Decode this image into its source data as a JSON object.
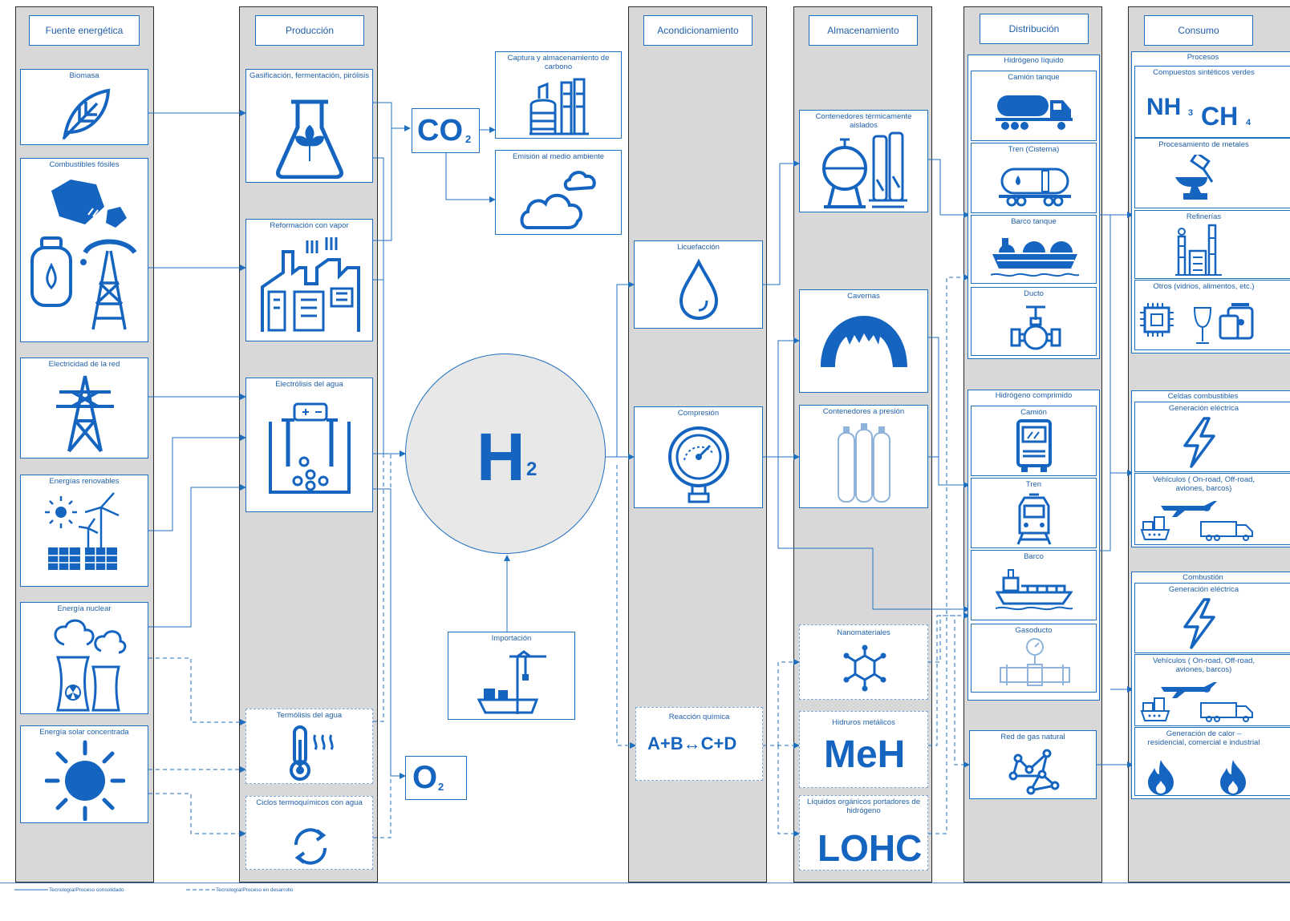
{
  "columns": {
    "source": "Fuente energética",
    "production": "Producción",
    "conditioning": "Acondicionamiento",
    "storage": "Almacenamiento",
    "distribution": "Distribución",
    "consumption": "Consumo"
  },
  "sources": {
    "biomass": "Biomasa",
    "fossil": "Combustibles fósiles",
    "grid": "Electricidad de la red",
    "renewable": "Energías renovables",
    "nuclear": "Energía nuclear",
    "solar": "Energía solar concentrada"
  },
  "production": {
    "gasification": "Gasificación, fermentación, pirólisis",
    "steam": "Reformación con vapor",
    "electrolysis": "Electrólisis del agua",
    "thermolysis": "Termólisis del agua",
    "cycles": "Ciclos termoquímicos con agua"
  },
  "carbon": {
    "capture": "Captura  y almacenamiento de carbono",
    "emission": "Emisión al medio ambiente",
    "co2_main": "CO",
    "co2_sub": "2",
    "o2_main": "O",
    "o2_sub": "2"
  },
  "hub": {
    "h2_main": "H",
    "h2_sub": "2",
    "import": "Importación"
  },
  "conditioning": {
    "liquefaction": "Licuefacción",
    "compression": "Compresión",
    "reaction": "Reacción química",
    "reaction_formula": "A+B↔C+D"
  },
  "storage": {
    "thermal": "Contenedores térmicamente aislados",
    "caverns": "Cavernas",
    "pressure": "Contenedores a presión",
    "nano": "Nanomateriales",
    "hydrides": "Hidruros metálicos",
    "hydrides_big": "MeH",
    "lohc": "Líquidos orgánicos portadores de hidrógeno",
    "lohc_big": "LOHC"
  },
  "distribution": {
    "liquid_group": "Hidrógeno líquido",
    "tanker_truck": "Camión tanque",
    "train_cistern": "Tren (Cisterna)",
    "tanker_ship": "Barco tanque",
    "pipeline": "Ducto",
    "compressed_group": "Hidrógeno comprimido",
    "truck": "Camión",
    "train": "Tren",
    "ship": "Barco",
    "gas_pipeline": "Gasoducto",
    "gas_network": "Red de gas natural"
  },
  "consumption": {
    "processes": "Procesos",
    "synthetic": "Compuestos sintéticos verdes",
    "nh3_main": "NH",
    "nh3_sub": "3",
    "ch4_main": "CH",
    "ch4_sub": "4",
    "metals": "Procesamiento de metales",
    "refineries": "Refinerías",
    "others": "Otros (vidrios, alimentos, etc.)",
    "fuel_cells": "Celdas combustibles",
    "fc_power": "Generación eléctrica",
    "fc_vehicles": "Vehículos ( On-road, Off-road, aviones, barcos)",
    "combustion": "Combustión",
    "cb_power": "Generación eléctrica",
    "cb_vehicles": "Vehículos ( On-road, Off-road, aviones, barcos)",
    "heat": "Generación de calor – residencial, comercial e industrial"
  },
  "legend": {
    "consolidated": "Tecnología/Proceso consolidado",
    "developing": "Tecnología/Proceso en desarrollo"
  },
  "colors": {
    "accent": "#1565c0",
    "line": "#1f6fbf",
    "dashed": "#7fa8d6",
    "column": "#d8d8d8"
  }
}
